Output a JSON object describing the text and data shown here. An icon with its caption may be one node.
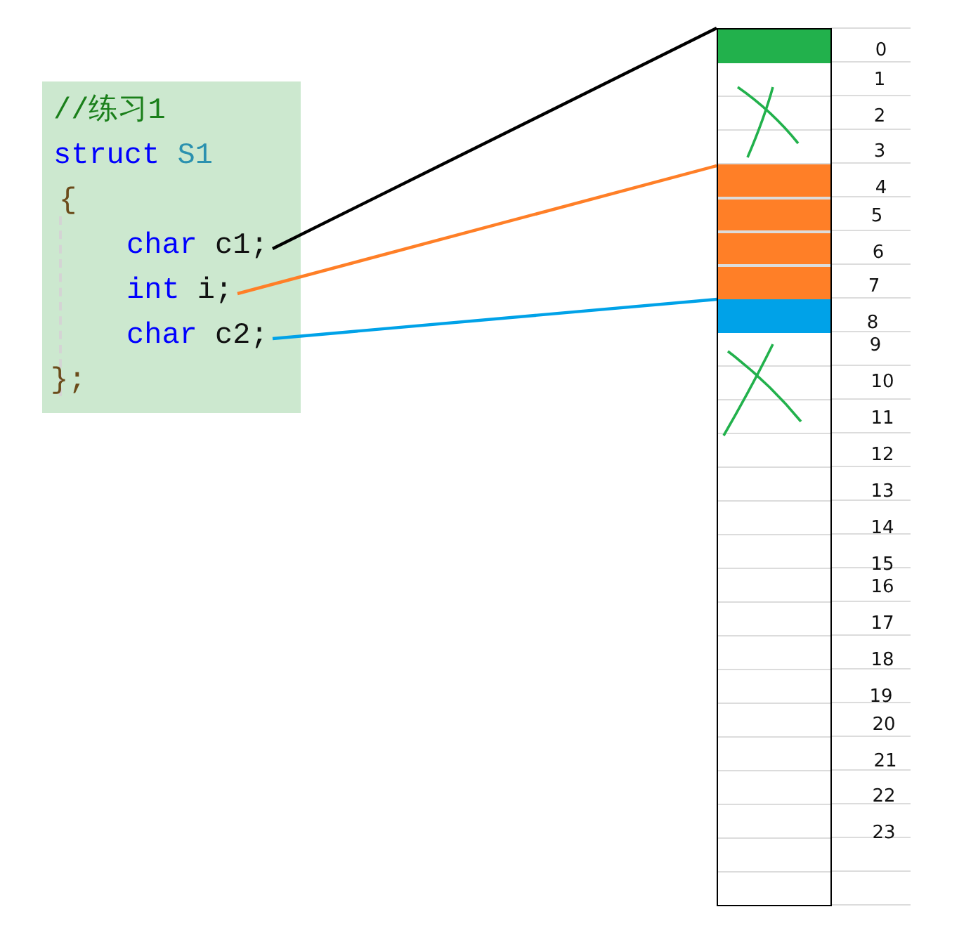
{
  "diagram": {
    "nodes": [
      {
        "text": [
          "//练习1",
          "struct S1",
          "{",
          "};"
        ]
      },
      {
        "text": [
          "char c1;"
        ],
        "in": 0
      },
      {
        "text": [
          "int i;"
        ],
        "in": 0
      },
      {
        "text": [
          "char c2;"
        ],
        "in": 0
      },
      {
        "text": [],
        "shape": "box"
      },
      {
        "text": [],
        "shape": "bar",
        "in": 4
      },
      {
        "text": [],
        "shape": "bar",
        "in": 4
      },
      {
        "text": [],
        "shape": "bar",
        "in": 4
      }
    ],
    "edges": [
      {
        "from": 1,
        "to": 5,
        "arrow": "none",
        "color": "#000000"
      },
      {
        "from": 2,
        "to": 6,
        "arrow": "none",
        "color": "#ff7f27"
      },
      {
        "from": 3,
        "to": 7,
        "arrow": "none",
        "color": "#00a2e8"
      }
    ],
    "labels": [
      "0",
      "1",
      "2",
      "3",
      "4",
      "5",
      "6",
      "7",
      "8",
      "9",
      "10",
      "11",
      "12",
      "13",
      "14",
      "15",
      "16",
      "17",
      "18",
      "19",
      "20",
      "21",
      "22",
      "23"
    ]
  }
}
